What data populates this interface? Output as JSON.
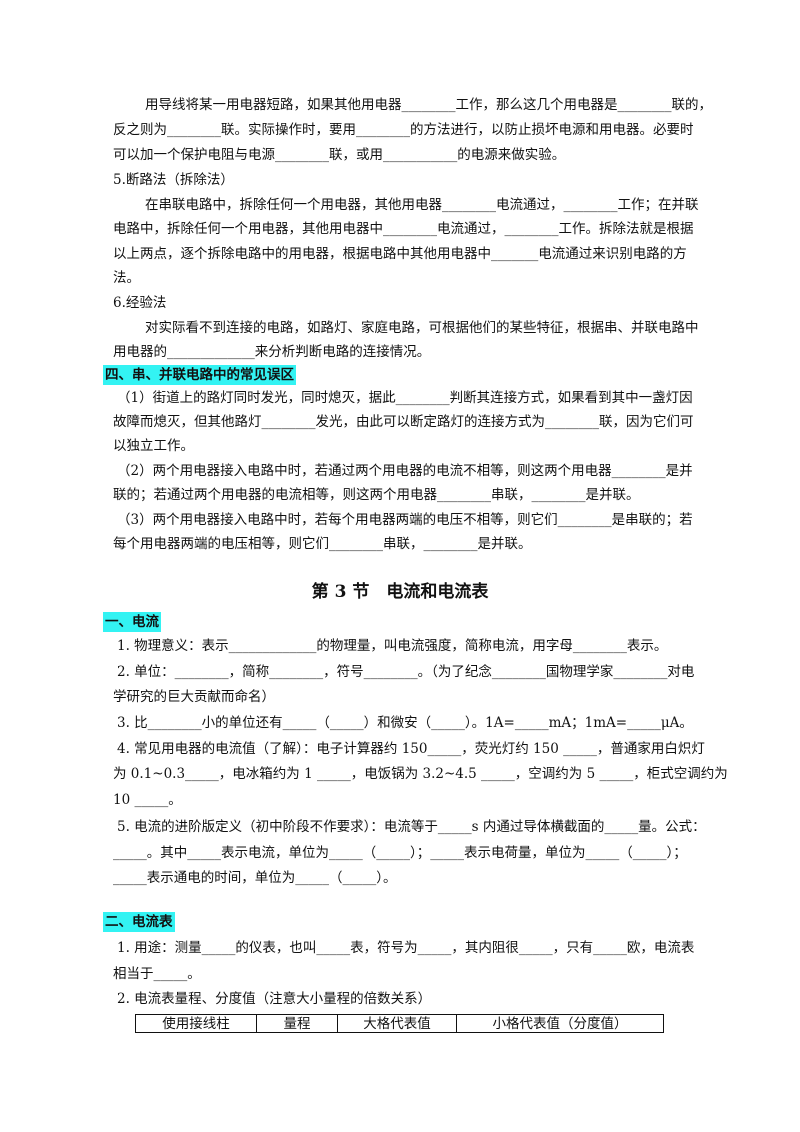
{
  "lines": {
    "l01": "用导线将某一用电器短路，如果其他用电器________工作，那么这几个用电器是________联的，",
    "l02": "反之则为________联。实际操作时，要用________的方法进行，以防止损坏电源和用电器。必要时",
    "l03": "可以加一个保护电阻与电源________联，或用___________的电源来做实验。",
    "l04": "5.断路法（拆除法）",
    "l05": "在串联电路中，拆除任何一个用电器，其他用电器________电流通过，________工作；在并联",
    "l06": "电路中，拆除任何一个用电器，其他用电器中________电流通过，________工作。拆除法就是根据",
    "l07": "以上两点，逐个拆除电路中的用电器，根据电路中其他用电器中_______电流通过来识别电路的方",
    "l08": "法。",
    "l09": "6.经验法",
    "l10": "对实际看不到连接的电路，如路灯、家庭电路，可根据他们的某些特征，根据串、并联电路中",
    "l11": "用电器的_____________来分析判断电路的连接情况。",
    "h1": "四、串、并联电路中的常见误区",
    "l12": "（1）街道上的路灯同时发光，同时熄灭，据此________判断其连接方式，如果看到其中一盏灯因",
    "l13": "故障而熄灭，但其他路灯________发光，由此可以断定路灯的连接方式为________联，因为它们可",
    "l14": "以独立工作。",
    "l15": "（2）两个用电器接入电路中时，若通过两个用电器的电流不相等，则这两个用电器________是并",
    "l16": "联的；若通过两个用电器的电流相等，则这两个用电器________串联，________是并联。",
    "l17": "（3）两个用电器接入电路中时，若每个用电器两端的电压不相等，则它们________是串联的；若",
    "l18": "每个用电器两端的电压相等，则它们________串联，________是并联。",
    "section": "第 3 节　电流和电流表",
    "h2": "一、电流",
    "l19": "1. 物理意义：表示_____________的物理量，叫电流强度，简称电流，用字母________表示。",
    "l20": "2. 单位：________，简称________，符号________。（为了纪念________国物理学家________对电",
    "l21": "学研究的巨大贡献而命名）",
    "l22": "3. 比________小的单位还有_____（_____）和微安（_____）。1A=_____mA；1mA=_____μA。",
    "l23": "4. 常见用电器的电流值（了解）：电子计算器约 150_____，荧光灯约 150 _____，普通家用白炽灯",
    "l24": "为 0.1~0.3_____，电冰箱约为 1 _____，电饭锅为 3.2~4.5 _____，空调约为 5 _____，柜式空调约为",
    "l25": "10 _____。",
    "l26": "5. 电流的进阶版定义（初中阶段不作要求）：电流等于_____s 内通过导体横截面的_____量。公式：",
    "l27": "_____。其中_____表示电流，单位为_____（_____）；_____表示电荷量，单位为_____（_____）；",
    "l28": "_____表示通电的时间，单位为_____（_____）。",
    "h3": "二、电流表",
    "l29": "1. 用途：测量_____的仪表，也叫_____表，符号为_____，其内阻很_____，只有_____欧，电流表",
    "l30": "相当于_____。",
    "l31": "2. 电流表量程、分度值（注意大小量程的倍数关系）"
  },
  "table": {
    "headers": [
      "使用接线柱",
      "量程",
      "大格代表值",
      "小格代表值（分度值）"
    ]
  },
  "colors": {
    "highlight": "#33f3f3",
    "text": "#111111"
  }
}
